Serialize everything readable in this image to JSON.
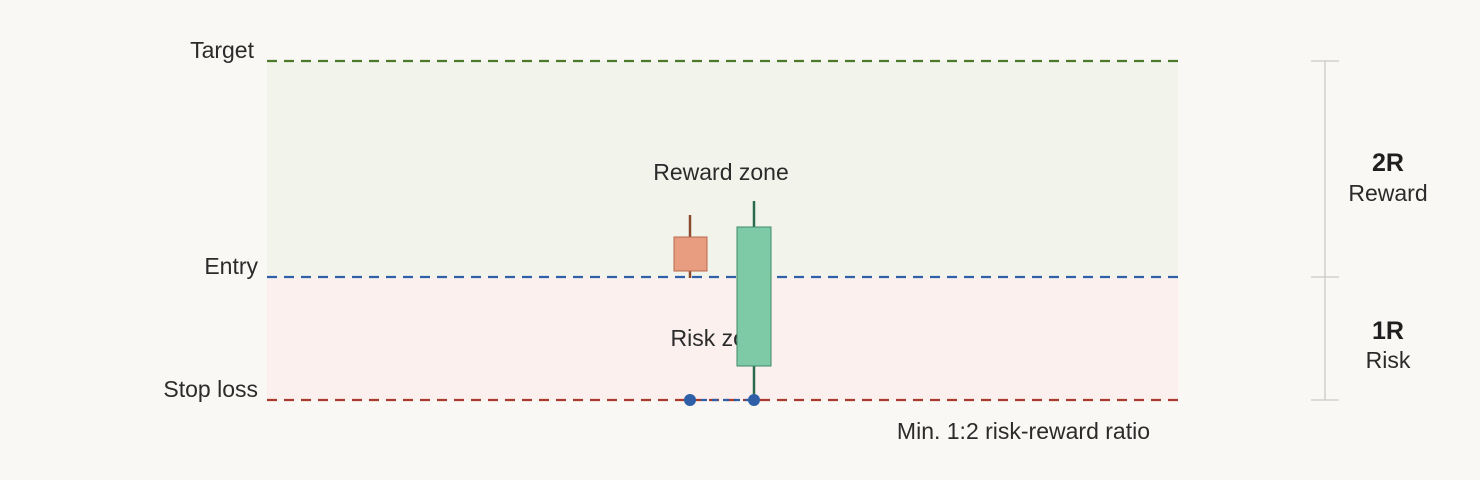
{
  "levels": {
    "target": "Target",
    "entry": "Entry",
    "stop_loss": "Stop loss"
  },
  "zones": {
    "reward": "Reward zone",
    "risk": "Risk zone"
  },
  "ratio_bracket": {
    "reward_multiple": "2R",
    "reward_label": "Reward",
    "risk_multiple": "1R",
    "risk_label": "Risk"
  },
  "caption": "Min. 1:2 risk-reward ratio",
  "colors": {
    "background": "#faf8f4",
    "reward_fill": "#f2f4ec",
    "risk_fill": "#fbf0ee",
    "target_line": "#4d7a2a",
    "entry_line": "#2f5fa6",
    "stop_line": "#a83a2e",
    "bearish_candle": "#e89c80",
    "bullish_candle": "#7ecaa6",
    "marker": "#2f5fa6",
    "bracket": "#c9c9c9"
  },
  "candles": [
    {
      "direction": "bearish"
    },
    {
      "direction": "bullish"
    }
  ]
}
